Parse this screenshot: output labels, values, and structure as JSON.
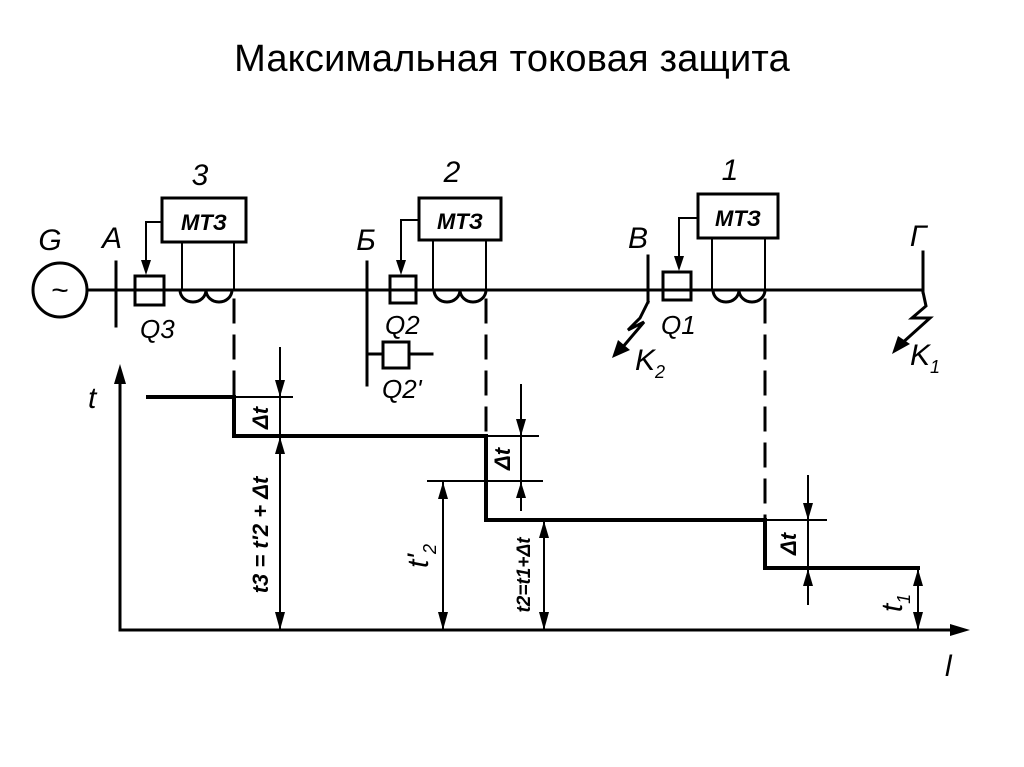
{
  "slide": {
    "title": "Максимальная токовая защита"
  },
  "diagram": {
    "generator": {
      "label": "G",
      "symbol": "~"
    },
    "buses": [
      {
        "id": "A",
        "label": "А"
      },
      {
        "id": "B",
        "label": "Б"
      },
      {
        "id": "V",
        "label": "В"
      },
      {
        "id": "G",
        "label": "Г"
      }
    ],
    "protections": [
      {
        "number": "3",
        "relay": "МТЗ",
        "breaker": "Q3"
      },
      {
        "number": "2",
        "relay": "МТЗ",
        "breaker": "Q2"
      },
      {
        "number": "1",
        "relay": "МТЗ",
        "breaker": "Q1"
      }
    ],
    "extra_breaker": {
      "label": "Q2'"
    },
    "faults": [
      {
        "label": "K",
        "sub": "2"
      },
      {
        "label": "K",
        "sub": "1"
      }
    ],
    "graph": {
      "y_axis_label": "t",
      "x_axis_label": "l",
      "delta_label": "Δt",
      "annotations": {
        "t3": "t3 = t'2 + Δt",
        "t2prime_main": "t'",
        "t2prime_sub": "2",
        "t2": "t2=t1+Δt",
        "t1_main": "t",
        "t1_sub": "1"
      }
    }
  }
}
